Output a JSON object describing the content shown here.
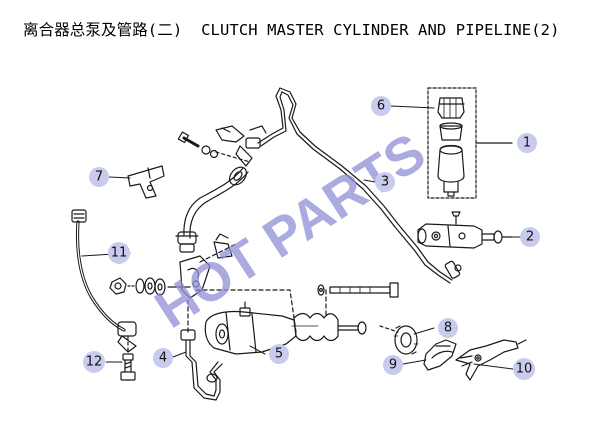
{
  "header": {
    "title": "离合器总泵及管路(二)  CLUTCH MASTER CYLINDER AND PIPELINE(2)"
  },
  "watermark": {
    "text": "HOT PARTS",
    "color": "#8f8fd6"
  },
  "colors": {
    "callout_fill": "#c9cbee",
    "line": "#1a1a1a"
  },
  "callouts": [
    {
      "id": "1",
      "label": "1"
    },
    {
      "id": "2",
      "label": "2"
    },
    {
      "id": "3",
      "label": "3"
    },
    {
      "id": "4",
      "label": "4"
    },
    {
      "id": "5",
      "label": "5"
    },
    {
      "id": "6",
      "label": "6"
    },
    {
      "id": "7",
      "label": "7"
    },
    {
      "id": "8",
      "label": "8"
    },
    {
      "id": "9",
      "label": "9"
    },
    {
      "id": "10",
      "label": "10"
    },
    {
      "id": "11",
      "label": "11"
    },
    {
      "id": "12",
      "label": "12"
    }
  ]
}
